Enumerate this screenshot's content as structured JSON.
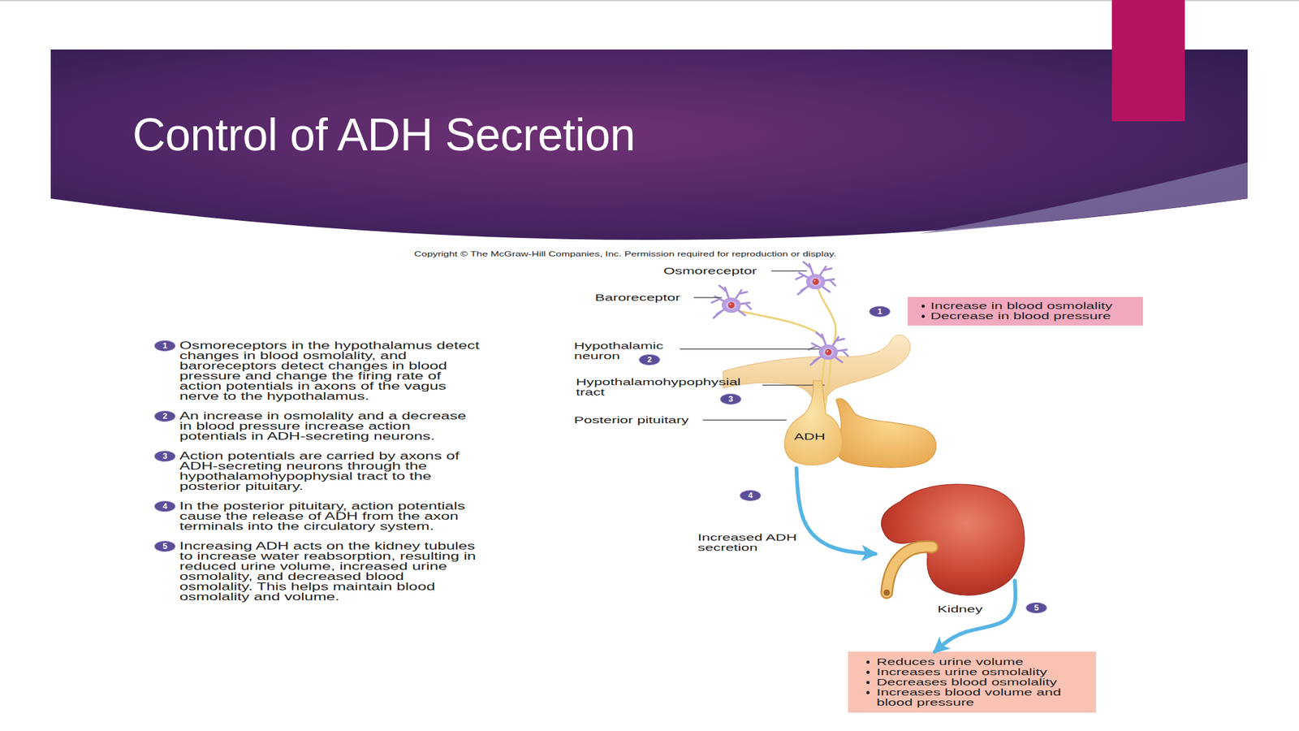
{
  "diagram": {
    "title": "Control of ADH Secretion",
    "nodes": [
      {
        "text": [
          "Increase in blood osmolality",
          "Decrease in blood pressure"
        ]
      },
      {
        "text": [
          "ADH"
        ]
      },
      {
        "text": [
          "Kidney"
        ]
      },
      {
        "text": [
          "Reduces urine volume",
          "Increases urine osmolality",
          "Decreases blood osmolality",
          "Increases blood volume and blood pressure"
        ]
      }
    ],
    "edges": [
      {
        "from": 1,
        "to": 2,
        "arrow": "to",
        "label": "Increased ADH secretion"
      },
      {
        "from": 2,
        "to": 3,
        "arrow": "to"
      }
    ],
    "labels": [
      "Copyright © The McGraw-Hill Companies, Inc. Permission required for reproduction or display.",
      "Osmoreceptor",
      "Baroreceptor",
      "1",
      "1",
      "Osmoreceptors in the hypothalamus detect changes in blood osmolality, and baroreceptors detect changes in blood pressure and change the firing rate of action potentials in axons of the vagus nerve to the hypothalamus.",
      "2",
      "An increase in osmolality and a decrease in blood pressure increase action potentials in ADH-secreting neurons.",
      "3",
      "Action potentials are carried by axons of ADH-secreting neurons through the hypothalamohypophysial tract to the posterior pituitary.",
      "4",
      "In the posterior pituitary, action potentials cause the release of ADH from the axon terminals into the circulatory system.",
      "5",
      "Increasing ADH acts on the kidney tubules to increase water reabsorption, resulting in reduced urine volume, increased urine osmolality, and decreased blood osmolality. This helps maintain blood osmolality and volume.",
      "Hypothalamic neuron",
      "2",
      "Hypothalamohypophysial tract",
      "3",
      "Posterior pituitary",
      "4",
      "5"
    ]
  }
}
